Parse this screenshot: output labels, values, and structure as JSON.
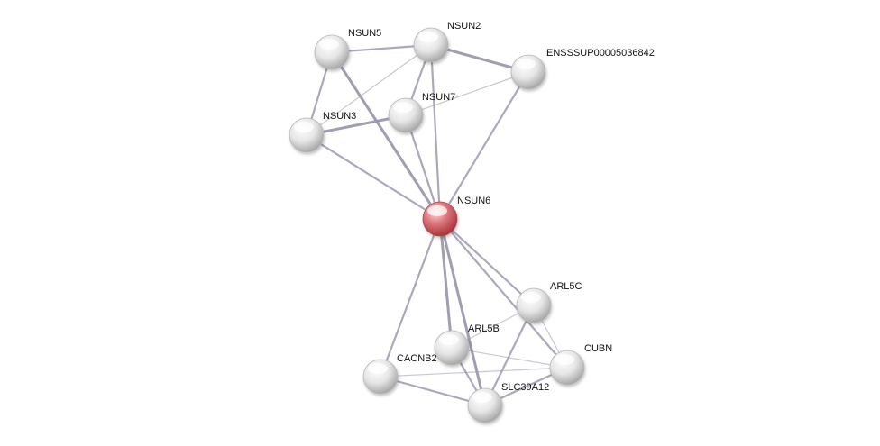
{
  "network": {
    "nodes": [
      {
        "id": "NSUN5",
        "label": "NSUN5",
        "query": false
      },
      {
        "id": "NSUN2",
        "label": "NSUN2",
        "query": false
      },
      {
        "id": "ENS",
        "label": "ENSSSUP00005036842",
        "query": false
      },
      {
        "id": "NSUN7",
        "label": "NSUN7",
        "query": false
      },
      {
        "id": "NSUN3",
        "label": "NSUN3",
        "query": false
      },
      {
        "id": "NSUN6",
        "label": "NSUN6",
        "query": true
      },
      {
        "id": "ARL5C",
        "label": "ARL5C",
        "query": false
      },
      {
        "id": "ARL5B",
        "label": "ARL5B",
        "query": false
      },
      {
        "id": "CUBN",
        "label": "CUBN",
        "query": false
      },
      {
        "id": "CACNB2",
        "label": "CACNB2",
        "query": false
      },
      {
        "id": "SLC39A12",
        "label": "SLC39A12",
        "query": false
      }
    ],
    "edges": [
      {
        "source": "NSUN5",
        "target": "NSUN2",
        "strength": "medium"
      },
      {
        "source": "NSUN5",
        "target": "NSUN3",
        "strength": "medium"
      },
      {
        "source": "NSUN5",
        "target": "NSUN6",
        "strength": "strong"
      },
      {
        "source": "NSUN2",
        "target": "ENS",
        "strength": "strong"
      },
      {
        "source": "NSUN2",
        "target": "NSUN7",
        "strength": "medium"
      },
      {
        "source": "NSUN2",
        "target": "NSUN3",
        "strength": "light"
      },
      {
        "source": "NSUN2",
        "target": "NSUN6",
        "strength": "medium"
      },
      {
        "source": "ENS",
        "target": "NSUN7",
        "strength": "light"
      },
      {
        "source": "ENS",
        "target": "NSUN6",
        "strength": "medium"
      },
      {
        "source": "NSUN7",
        "target": "NSUN3",
        "strength": "strong"
      },
      {
        "source": "NSUN7",
        "target": "NSUN6",
        "strength": "medium"
      },
      {
        "source": "NSUN3",
        "target": "NSUN6",
        "strength": "medium"
      },
      {
        "source": "NSUN6",
        "target": "ARL5C",
        "strength": "medium"
      },
      {
        "source": "NSUN6",
        "target": "ARL5B",
        "strength": "strong"
      },
      {
        "source": "NSUN6",
        "target": "CUBN",
        "strength": "medium"
      },
      {
        "source": "NSUN6",
        "target": "CACNB2",
        "strength": "medium"
      },
      {
        "source": "NSUN6",
        "target": "SLC39A12",
        "strength": "strong"
      },
      {
        "source": "ARL5C",
        "target": "ARL5B",
        "strength": "light"
      },
      {
        "source": "ARL5C",
        "target": "CUBN",
        "strength": "light"
      },
      {
        "source": "ARL5C",
        "target": "SLC39A12",
        "strength": "medium"
      },
      {
        "source": "ARL5B",
        "target": "CUBN",
        "strength": "light"
      },
      {
        "source": "ARL5B",
        "target": "SLC39A12",
        "strength": "medium"
      },
      {
        "source": "CACNB2",
        "target": "SLC39A12",
        "strength": "medium"
      },
      {
        "source": "CUBN",
        "target": "SLC39A12",
        "strength": "medium"
      },
      {
        "source": "CACNB2",
        "target": "CUBN",
        "strength": "light"
      }
    ]
  },
  "colors": {
    "edge": "#9a9aad",
    "node_fill": "#e9e9e9",
    "query_node_fill": "#d9626a",
    "label": "#111111",
    "background": "#ffffff"
  }
}
